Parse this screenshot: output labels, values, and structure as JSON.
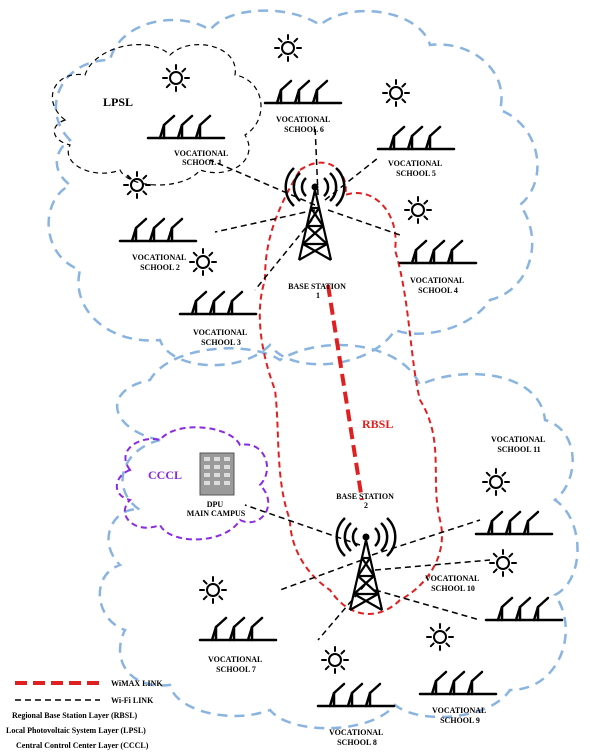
{
  "layers": {
    "lpsl": "LPSL",
    "rbsl": "RBSL",
    "cccl": "CCCL"
  },
  "base_stations": [
    {
      "line1": "BASE STATION",
      "line2": "1"
    },
    {
      "line1": "BASE STATION",
      "line2": "2"
    }
  ],
  "campus": {
    "line1": "DPU",
    "line2": "MAIN CAMPUS"
  },
  "schools": [
    {
      "line1": "VOCATIONAL",
      "line2": "SCHOOL 1"
    },
    {
      "line1": "VOCATIONAL",
      "line2": "SCHOOL 2"
    },
    {
      "line1": "VOCATIONAL",
      "line2": "SCHOOL 3"
    },
    {
      "line1": "VOCATIONAL",
      "line2": "SCHOOL 4"
    },
    {
      "line1": "VOCATIONAL",
      "line2": "SCHOOL 5"
    },
    {
      "line1": "VOCATIONAL",
      "line2": "SCHOOL 6"
    },
    {
      "line1": "VOCATIONAL",
      "line2": "SCHOOL 7"
    },
    {
      "line1": "VOCATIONAL",
      "line2": "SCHOOL 8"
    },
    {
      "line1": "VOCATIONAL",
      "line2": "SCHOOL 9"
    },
    {
      "line1": "VOCATIONAL",
      "line2": "SCHOOL 10"
    },
    {
      "line1": "VOCATIONAL",
      "line2": "SCHOOL 11"
    }
  ],
  "legend": {
    "wimax": "WiMAX LINK",
    "wifi": "Wi-Fi LINK",
    "rbsl_full": "Regional Base Station Layer (RBSL)",
    "lpsl_full": "Local Photovoltaic System Layer (LPSL)",
    "cccl_full": "Central Control Center Layer (CCCL)"
  },
  "colors": {
    "wimax": "#e02020",
    "wifi": "#000000",
    "cloud_blue": "#8ab4e0",
    "cccl_purple": "#8a2be2",
    "rbsl_red": "#e02020"
  }
}
